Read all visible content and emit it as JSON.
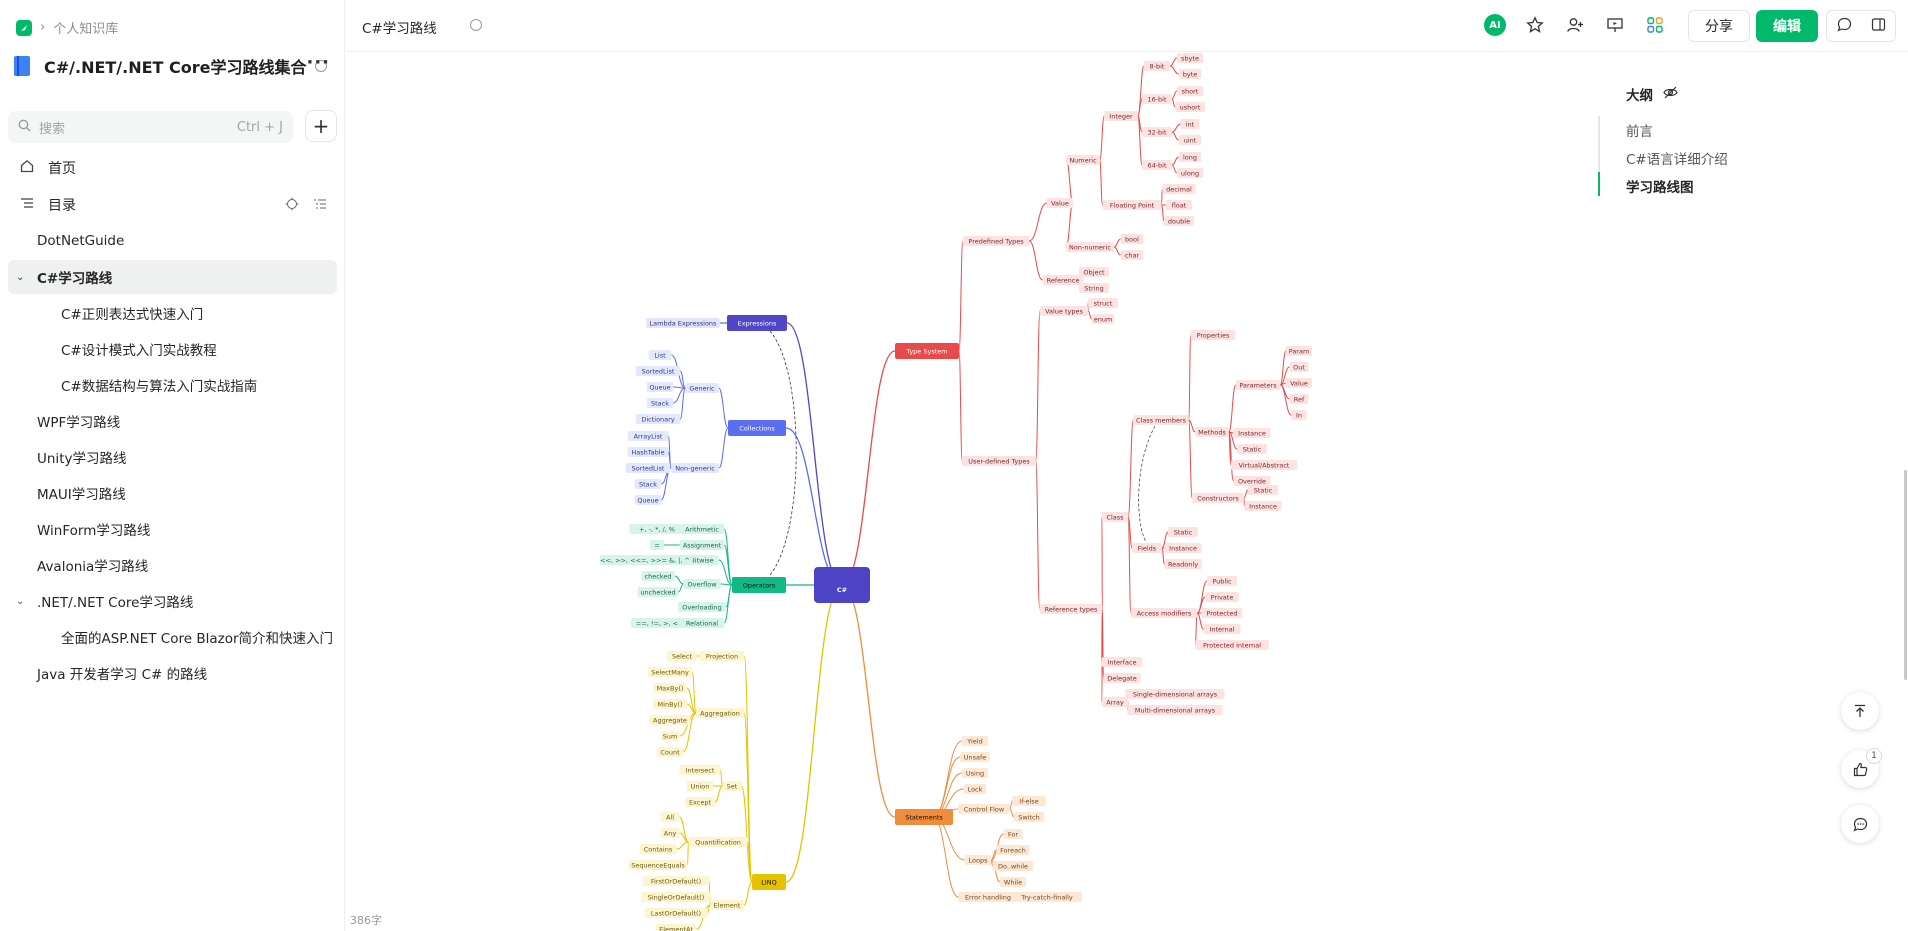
{
  "breadcrumb": {
    "label": "个人知识库"
  },
  "kb": {
    "title": "C#/.NET/.NET Core学习路线集合",
    "more": "···"
  },
  "search": {
    "placeholder": "搜索",
    "shortcut": "Ctrl + J",
    "add": "+"
  },
  "nav": {
    "home": "首页",
    "toc": "目录"
  },
  "tree": [
    {
      "label": "DotNetGuide",
      "level": 0
    },
    {
      "label": "C#学习路线",
      "level": 0,
      "selected": true,
      "expanded": true
    },
    {
      "label": "C#正则表达式快速入门",
      "level": 1
    },
    {
      "label": "C#设计模式入门实战教程",
      "level": 1
    },
    {
      "label": "C#数据结构与算法入门实战指南",
      "level": 1
    },
    {
      "label": "WPF学习路线",
      "level": 0
    },
    {
      "label": "Unity学习路线",
      "level": 0
    },
    {
      "label": "MAUI学习路线",
      "level": 0
    },
    {
      "label": "WinForm学习路线",
      "level": 0
    },
    {
      "label": "Avalonia学习路线",
      "level": 0
    },
    {
      "label": ".NET/.NET Core学习路线",
      "level": 0,
      "expanded": true
    },
    {
      "label": "全面的ASP.NET Core Blazor简介和快速入门",
      "level": 1
    },
    {
      "label": "Java 开发者学习 C# 的路线",
      "level": 0
    }
  ],
  "topbar": {
    "doc_title": "C#学习路线",
    "ai": "AI",
    "share": "分享",
    "edit": "编辑"
  },
  "outline": {
    "title": "大纲",
    "items": [
      "前言",
      "C#语言详细介绍",
      "学习路线图"
    ],
    "active": "学习路线图"
  },
  "like_count": "1",
  "word_count": "386字",
  "colors": {
    "accent": "#00b96b",
    "type_system": "#e84a4a",
    "expressions": "#5046c8",
    "collections": "#5b6ef0",
    "operators": "#12b886",
    "statements": "#f08c3c",
    "linq": "#e6c200",
    "root": "#4c44c4"
  },
  "mindmap": {
    "root": "C#",
    "type_system": {
      "label": "Type System",
      "predefined": "Predefined Types",
      "value": "Value",
      "numeric": "Numeric",
      "integer": "Integer",
      "int_groups": [
        {
          "label": "8-bit",
          "items": [
            "sbyte",
            "byte"
          ]
        },
        {
          "label": "16-bit",
          "items": [
            "short",
            "ushort"
          ]
        },
        {
          "label": "32-bit",
          "items": [
            "int",
            "uint"
          ]
        },
        {
          "label": "64-bit",
          "items": [
            "long",
            "ulong"
          ]
        }
      ],
      "floating": "Floating Point",
      "float_items": [
        "decimal",
        "float",
        "double"
      ],
      "non_numeric": "Non-numeric",
      "non_numeric_items": [
        "bool",
        "char"
      ],
      "reference": "Reference",
      "reference_items": [
        "Object",
        "String"
      ],
      "user_defined": "User-defined Types",
      "value_types": "Value types",
      "value_types_items": [
        "struct",
        "enum"
      ],
      "reference_types": "Reference types",
      "class": "Class",
      "class_members": "Class members",
      "properties": "Properties",
      "methods": "Methods",
      "parameters": "Parameters",
      "param_items": [
        "Param",
        "Out",
        "Value",
        "Ref",
        "In"
      ],
      "method_items": [
        "Instance",
        "Static",
        "Virtual/Abstract",
        "Override"
      ],
      "constructors": "Constructors",
      "constructor_items": [
        "Static",
        "Instance"
      ],
      "fields": "Fields",
      "field_items": [
        "Static",
        "Instance",
        "Readonly"
      ],
      "access_modifiers": "Access modifiers",
      "access_items": [
        "Public",
        "Private",
        "Protected",
        "Internal",
        "Protected internal"
      ],
      "interface": "Interface",
      "delegate": "Delegate",
      "array": "Array",
      "array_items": [
        "Single-dimensional arrays",
        "Multi-dimensional arrays"
      ]
    },
    "expressions": {
      "label": "Expressions",
      "items": [
        "Lambda Expressions"
      ]
    },
    "collections": {
      "label": "Collections",
      "generic": "Generic",
      "generic_items": [
        "List",
        "SortedList",
        "Queue",
        "Stack",
        "Dictionary"
      ],
      "non_generic": "Non-generic",
      "non_generic_items": [
        "ArrayList",
        "HashTable",
        "SortedList",
        "Stack",
        "Queue"
      ]
    },
    "operators": {
      "label": "Operators",
      "groups": [
        {
          "label": "Arithmetic",
          "item": "+, -, *, /, %"
        },
        {
          "label": "Assignment",
          "item": "="
        },
        {
          "label": "Bitwise",
          "item": "<<, >>, <<=, >>= &, |, ^"
        },
        {
          "label": "Overflow",
          "items": [
            "checked",
            "unchecked"
          ]
        },
        {
          "label": "Overloading"
        },
        {
          "label": "Relational",
          "item": "==, !=, >, <"
        }
      ]
    },
    "statements": {
      "label": "Statements",
      "items": [
        "Yield",
        "Unsafe",
        "Using",
        "Lock"
      ],
      "control_flow": "Control Flow",
      "control_items": [
        "If-else",
        "Switch"
      ],
      "loops": "Loops",
      "loop_items": [
        "For",
        "Foreach",
        "Do..while",
        "While"
      ],
      "error": "Error handling",
      "error_item": "Try-catch-finally"
    },
    "linq": {
      "label": "LINQ",
      "projection": "Projection",
      "projection_item": "Select",
      "aggregation": "Aggregation",
      "aggregation_items": [
        "SelectMany",
        "MaxBy()",
        "MinBy()",
        "Aggregate",
        "Sum",
        "Count"
      ],
      "set": "Set",
      "set_items": [
        "Intersect",
        "Union",
        "Except"
      ],
      "quantification": "Quantification",
      "quant_items": [
        "All",
        "Any",
        "Contains",
        "SequenceEquals"
      ],
      "element": "Element",
      "element_items": [
        "FirstOrDefault()",
        "SingleOrDefault()",
        "LastOrDefault()",
        "ElementAt"
      ]
    }
  }
}
